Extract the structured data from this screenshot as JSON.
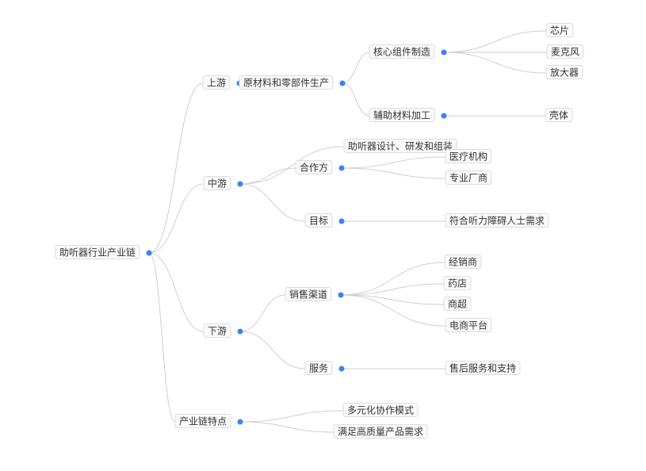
{
  "tree": {
    "label": "助听器行业产业链",
    "children": [
      {
        "label": "上游",
        "children": [
          {
            "label": "原材料和零部件生产",
            "children": [
              {
                "label": "核心组件制造",
                "children": [
                  {
                    "label": "芯片"
                  },
                  {
                    "label": "麦克风"
                  },
                  {
                    "label": "放大器"
                  }
                ]
              },
              {
                "label": "辅助材料加工",
                "children": [
                  {
                    "label": "壳体"
                  }
                ]
              }
            ]
          }
        ]
      },
      {
        "label": "中游",
        "children": [
          {
            "label": "助听器设计、研发和组装"
          },
          {
            "label": "合作方",
            "children": [
              {
                "label": "医疗机构"
              },
              {
                "label": "专业厂商"
              }
            ]
          },
          {
            "label": "目标",
            "children": [
              {
                "label": "符合听力障碍人士需求"
              }
            ]
          }
        ]
      },
      {
        "label": "下游",
        "children": [
          {
            "label": "销售渠道",
            "children": [
              {
                "label": "经销商"
              },
              {
                "label": "药店"
              },
              {
                "label": "商超"
              },
              {
                "label": "电商平台"
              }
            ]
          },
          {
            "label": "服务",
            "children": [
              {
                "label": "售后服务和支持"
              }
            ]
          }
        ]
      },
      {
        "label": "产业链特点",
        "children": [
          {
            "label": "多元化协作模式"
          },
          {
            "label": "满足高质量产品需求"
          }
        ]
      }
    ]
  },
  "colors": {
    "dot": "#3b82f6",
    "edge": "#cfcfcf",
    "box_fill": "#fafafa",
    "box_stroke": "#dddddd",
    "text": "#333333"
  }
}
